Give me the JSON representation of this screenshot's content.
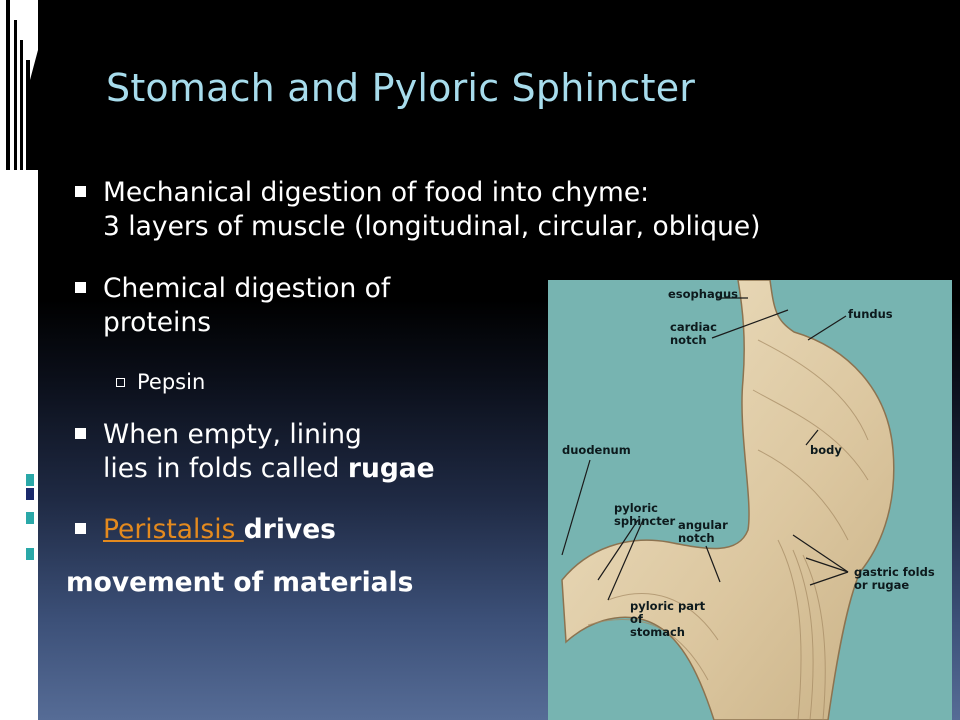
{
  "slide": {
    "title": "Stomach and Pyloric Sphincter",
    "bullets": {
      "b1_line1": "Mechanical digestion of food into chyme:",
      "b1_line2": "3 layers of muscle (longitudinal, circular, oblique)",
      "b2_line1": "Chemical digestion of",
      "b2_line2": "proteins",
      "sub1": "Pepsin",
      "b3_line1": "When empty, lining",
      "b3_line2_pre": "lies in folds called ",
      "b3_line2_bold": "rugae",
      "b4_link": "Peristalsis ",
      "b4_rest": "drives",
      "continuation": "movement of materials"
    }
  },
  "figure": {
    "labels": {
      "esophagus": "esophagus",
      "cardiac_1": "cardiac",
      "cardiac_2": "notch",
      "fundus": "fundus",
      "duodenum": "duodenum",
      "body": "body",
      "pyloric_1": "pyloric",
      "pyloric_2": "sphincter",
      "angular_1": "angular",
      "angular_2": "notch",
      "gastric_1": "gastric folds",
      "gastric_2": "or rugae",
      "pyloric_part_1": "pyloric part",
      "pyloric_part_2": "of",
      "pyloric_part_3": "stomach"
    }
  },
  "colors": {
    "title": "#a7dcec",
    "link": "#e48a1e",
    "photo_background": "#77b4b1",
    "tissue": "#e6d6b4"
  }
}
